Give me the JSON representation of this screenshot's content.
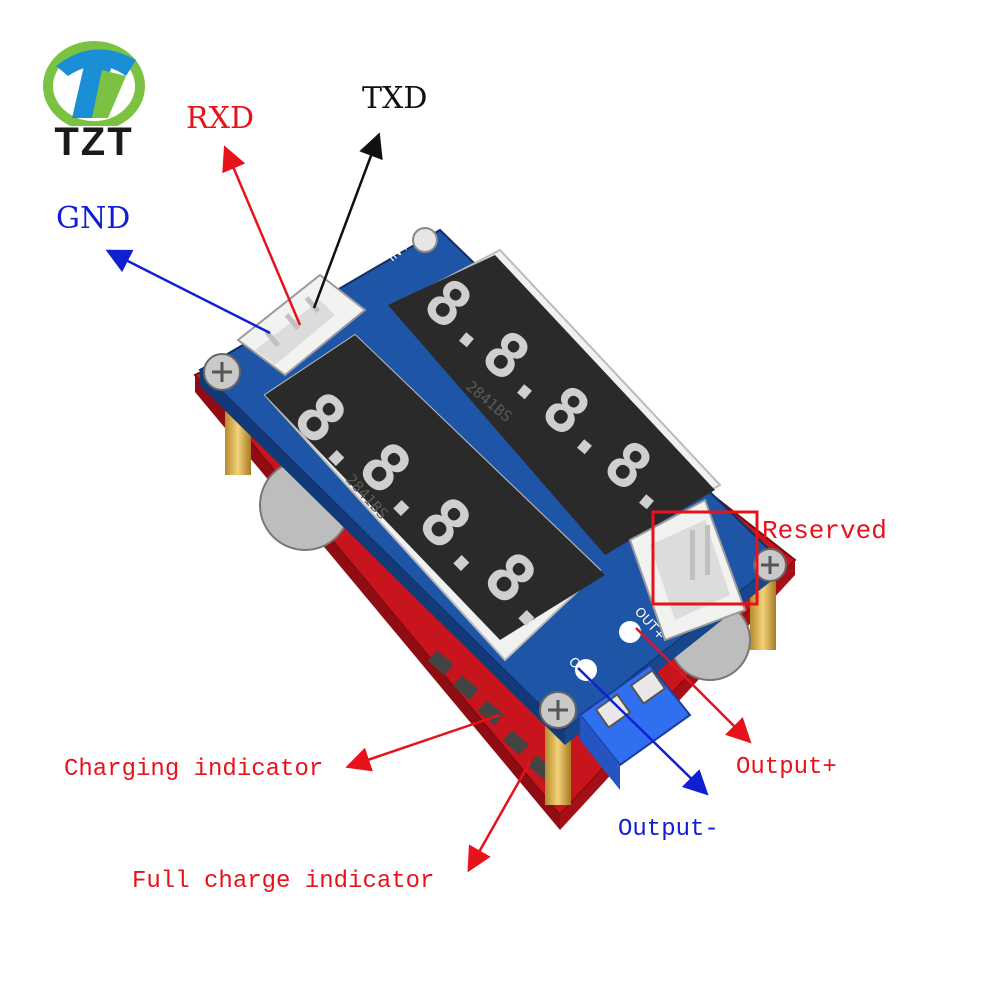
{
  "brand": {
    "logo_text": "TZT",
    "colors": {
      "green": "#7cc242",
      "blue": "#1b8fd6",
      "dark": "#1a1a1a"
    }
  },
  "labels": {
    "rxd": "RXD",
    "txd": "TXD",
    "gnd": "GND",
    "reserved": "Reserved",
    "charging_indicator": "Charging indicator",
    "output_plus": "Output+",
    "output_minus": "Output-",
    "full_charge_indicator": "Full charge indicator"
  },
  "board": {
    "silkscreen_in_plus": "IN+",
    "silkscreen_out_plus": "OUT+",
    "silkscreen_out_minus": "OUT-",
    "display_part_top": "2841BS",
    "display_part_bottom": "2841BS",
    "display_digits_top": [
      "8.",
      "8.",
      "8.",
      "8."
    ],
    "display_digits_bottom": [
      "8.",
      "8.",
      "8.",
      "8."
    ]
  },
  "colors": {
    "red_label": "#e8121b",
    "blue_label": "#1020d0",
    "black_label": "#111111",
    "pcb_red": "#b8141c",
    "pcb_blue": "#1f55a6",
    "display_body": "#2a2a2a",
    "segment_off": "#cfcfcf",
    "connector_white": "#f2f2f0",
    "terminal_blue": "#2f6ff0"
  }
}
